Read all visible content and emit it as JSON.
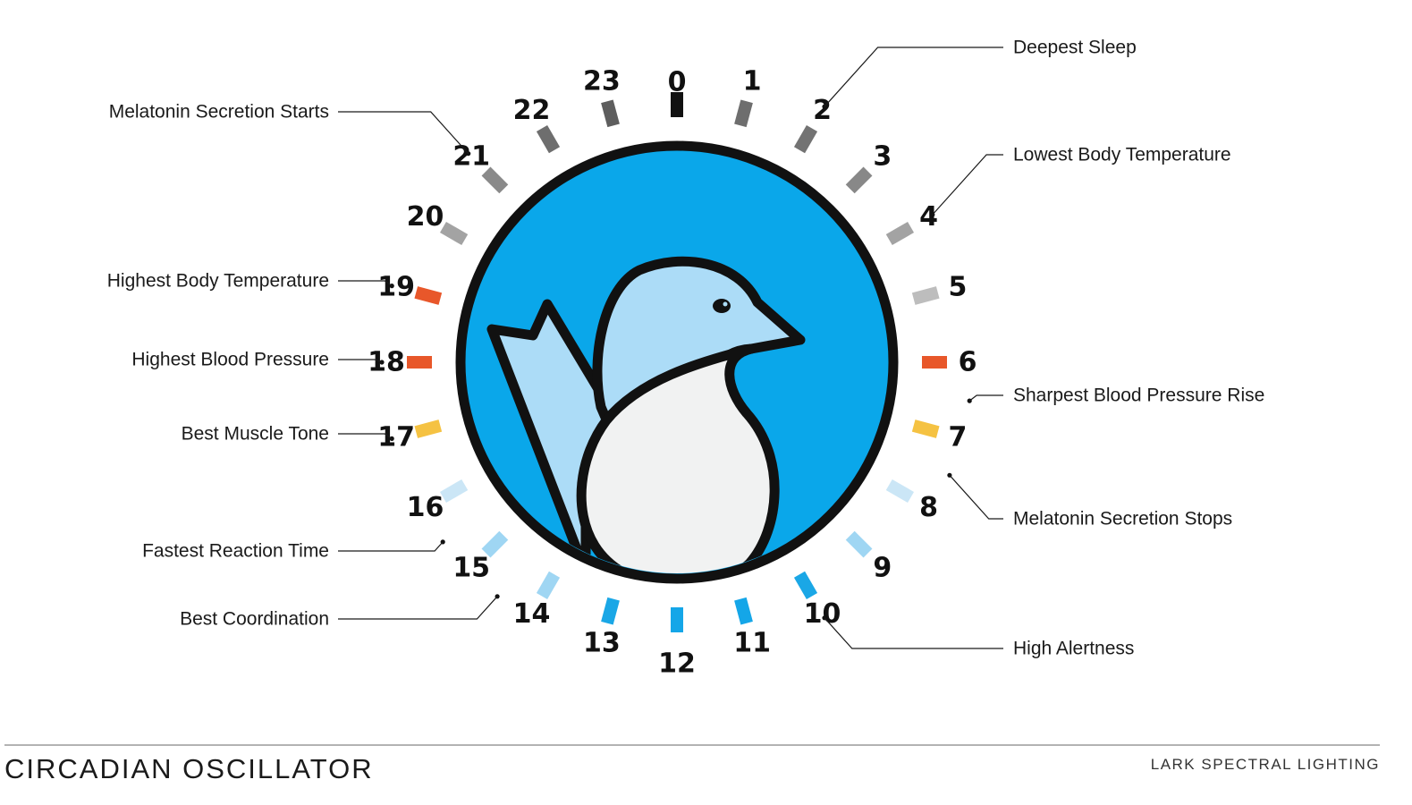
{
  "hours": [
    {
      "label": "0",
      "color": "#111111"
    },
    {
      "label": "1",
      "color": "#6e6e6e"
    },
    {
      "label": "2",
      "color": "#737373"
    },
    {
      "label": "3",
      "color": "#888888"
    },
    {
      "label": "4",
      "color": "#a3a3a3"
    },
    {
      "label": "5",
      "color": "#bdbdbd"
    },
    {
      "label": "6",
      "color": "#e8572a"
    },
    {
      "label": "7",
      "color": "#f5c242"
    },
    {
      "label": "8",
      "color": "#cbe6f6"
    },
    {
      "label": "9",
      "color": "#9fd6f3"
    },
    {
      "label": "10",
      "color": "#1aa7e6"
    },
    {
      "label": "11",
      "color": "#14a6e8"
    },
    {
      "label": "12",
      "color": "#14a6e8"
    },
    {
      "label": "13",
      "color": "#1aa7e6"
    },
    {
      "label": "14",
      "color": "#9fd6f3"
    },
    {
      "label": "15",
      "color": "#9fd6f3"
    },
    {
      "label": "16",
      "color": "#cbe6f6"
    },
    {
      "label": "17",
      "color": "#f5c242"
    },
    {
      "label": "18",
      "color": "#e8572a"
    },
    {
      "label": "19",
      "color": "#e8572a"
    },
    {
      "label": "20",
      "color": "#a3a3a3"
    },
    {
      "label": "21",
      "color": "#8a8a8a"
    },
    {
      "label": "22",
      "color": "#6e6e6e"
    },
    {
      "label": "23",
      "color": "#5e5e5e"
    }
  ],
  "annotations": [
    {
      "text": "Deepest Sleep",
      "hour": 2
    },
    {
      "text": "Lowest Body Temperature",
      "hour": 4
    },
    {
      "text": "Sharpest Blood Pressure Rise",
      "hour": 6.5
    },
    {
      "text": "Melatonin Secretion Stops",
      "hour": 7.5
    },
    {
      "text": "High Alertness",
      "hour": 10
    },
    {
      "text": "Best Coordination",
      "hour": 14.5
    },
    {
      "text": "Fastest Reaction Time",
      "hour": 15.5
    },
    {
      "text": "Best Muscle Tone",
      "hour": 17
    },
    {
      "text": "Highest Blood Pressure",
      "hour": 18
    },
    {
      "text": "Highest Body Temperature",
      "hour": 19
    },
    {
      "text": "Melatonin Secretion Starts",
      "hour": 21
    }
  ],
  "footer": {
    "title": "CIRCADIAN OSCILLATOR",
    "brand": "LARK SPECTRAL LIGHTING"
  },
  "colors": {
    "dial_fill": "#0aa7ea",
    "bird_light": "#acdcf7",
    "bird_belly": "#f1f2f2",
    "outline": "#111111",
    "footer_rule": "#9a9a9a"
  },
  "icons": {
    "center_emblem": "bird-icon"
  }
}
